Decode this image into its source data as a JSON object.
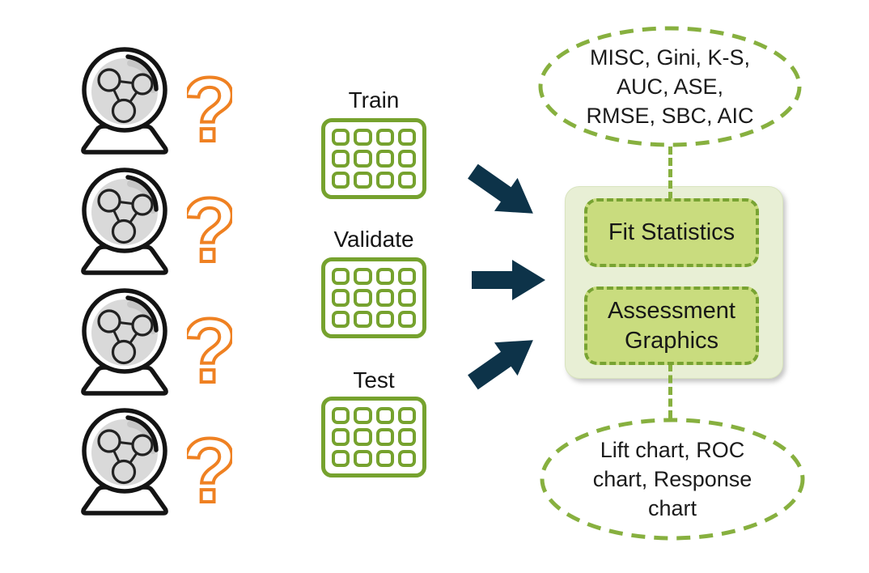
{
  "palette": {
    "olive_green": "#87b03f",
    "table_green": "#76a22e",
    "panel_fill": "#e8efd5",
    "pill_fill": "#c9dc7e",
    "arrow_navy": "#0d3349",
    "question_orange": "#ef8122",
    "ball_gray": "#d9d9d9",
    "ink": "#1b1b1b"
  },
  "models": {
    "count": 4,
    "icon": "crystal-ball-network",
    "question_mark": "?"
  },
  "datasets": [
    {
      "label": "Train",
      "icon": "data-table",
      "grid": {
        "rows": 3,
        "cols": 4
      }
    },
    {
      "label": "Validate",
      "icon": "data-table",
      "grid": {
        "rows": 3,
        "cols": 4
      }
    },
    {
      "label": "Test",
      "icon": "data-table",
      "grid": {
        "rows": 3,
        "cols": 4
      }
    }
  ],
  "arrows": {
    "count": 3,
    "direction": "toward-panel",
    "color": "#0d3349"
  },
  "panel": {
    "items": [
      {
        "label": "Fit Statistics"
      },
      {
        "label": "Assessment Graphics"
      }
    ]
  },
  "callouts": {
    "fit_statistics": {
      "lines": [
        "MISC, Gini, K-S,",
        "AUC, ASE,",
        "RMSE, SBC, AIC"
      ]
    },
    "assessment_graphics": {
      "lines": [
        "Lift chart, ROC",
        "chart, Response",
        "chart"
      ]
    }
  }
}
